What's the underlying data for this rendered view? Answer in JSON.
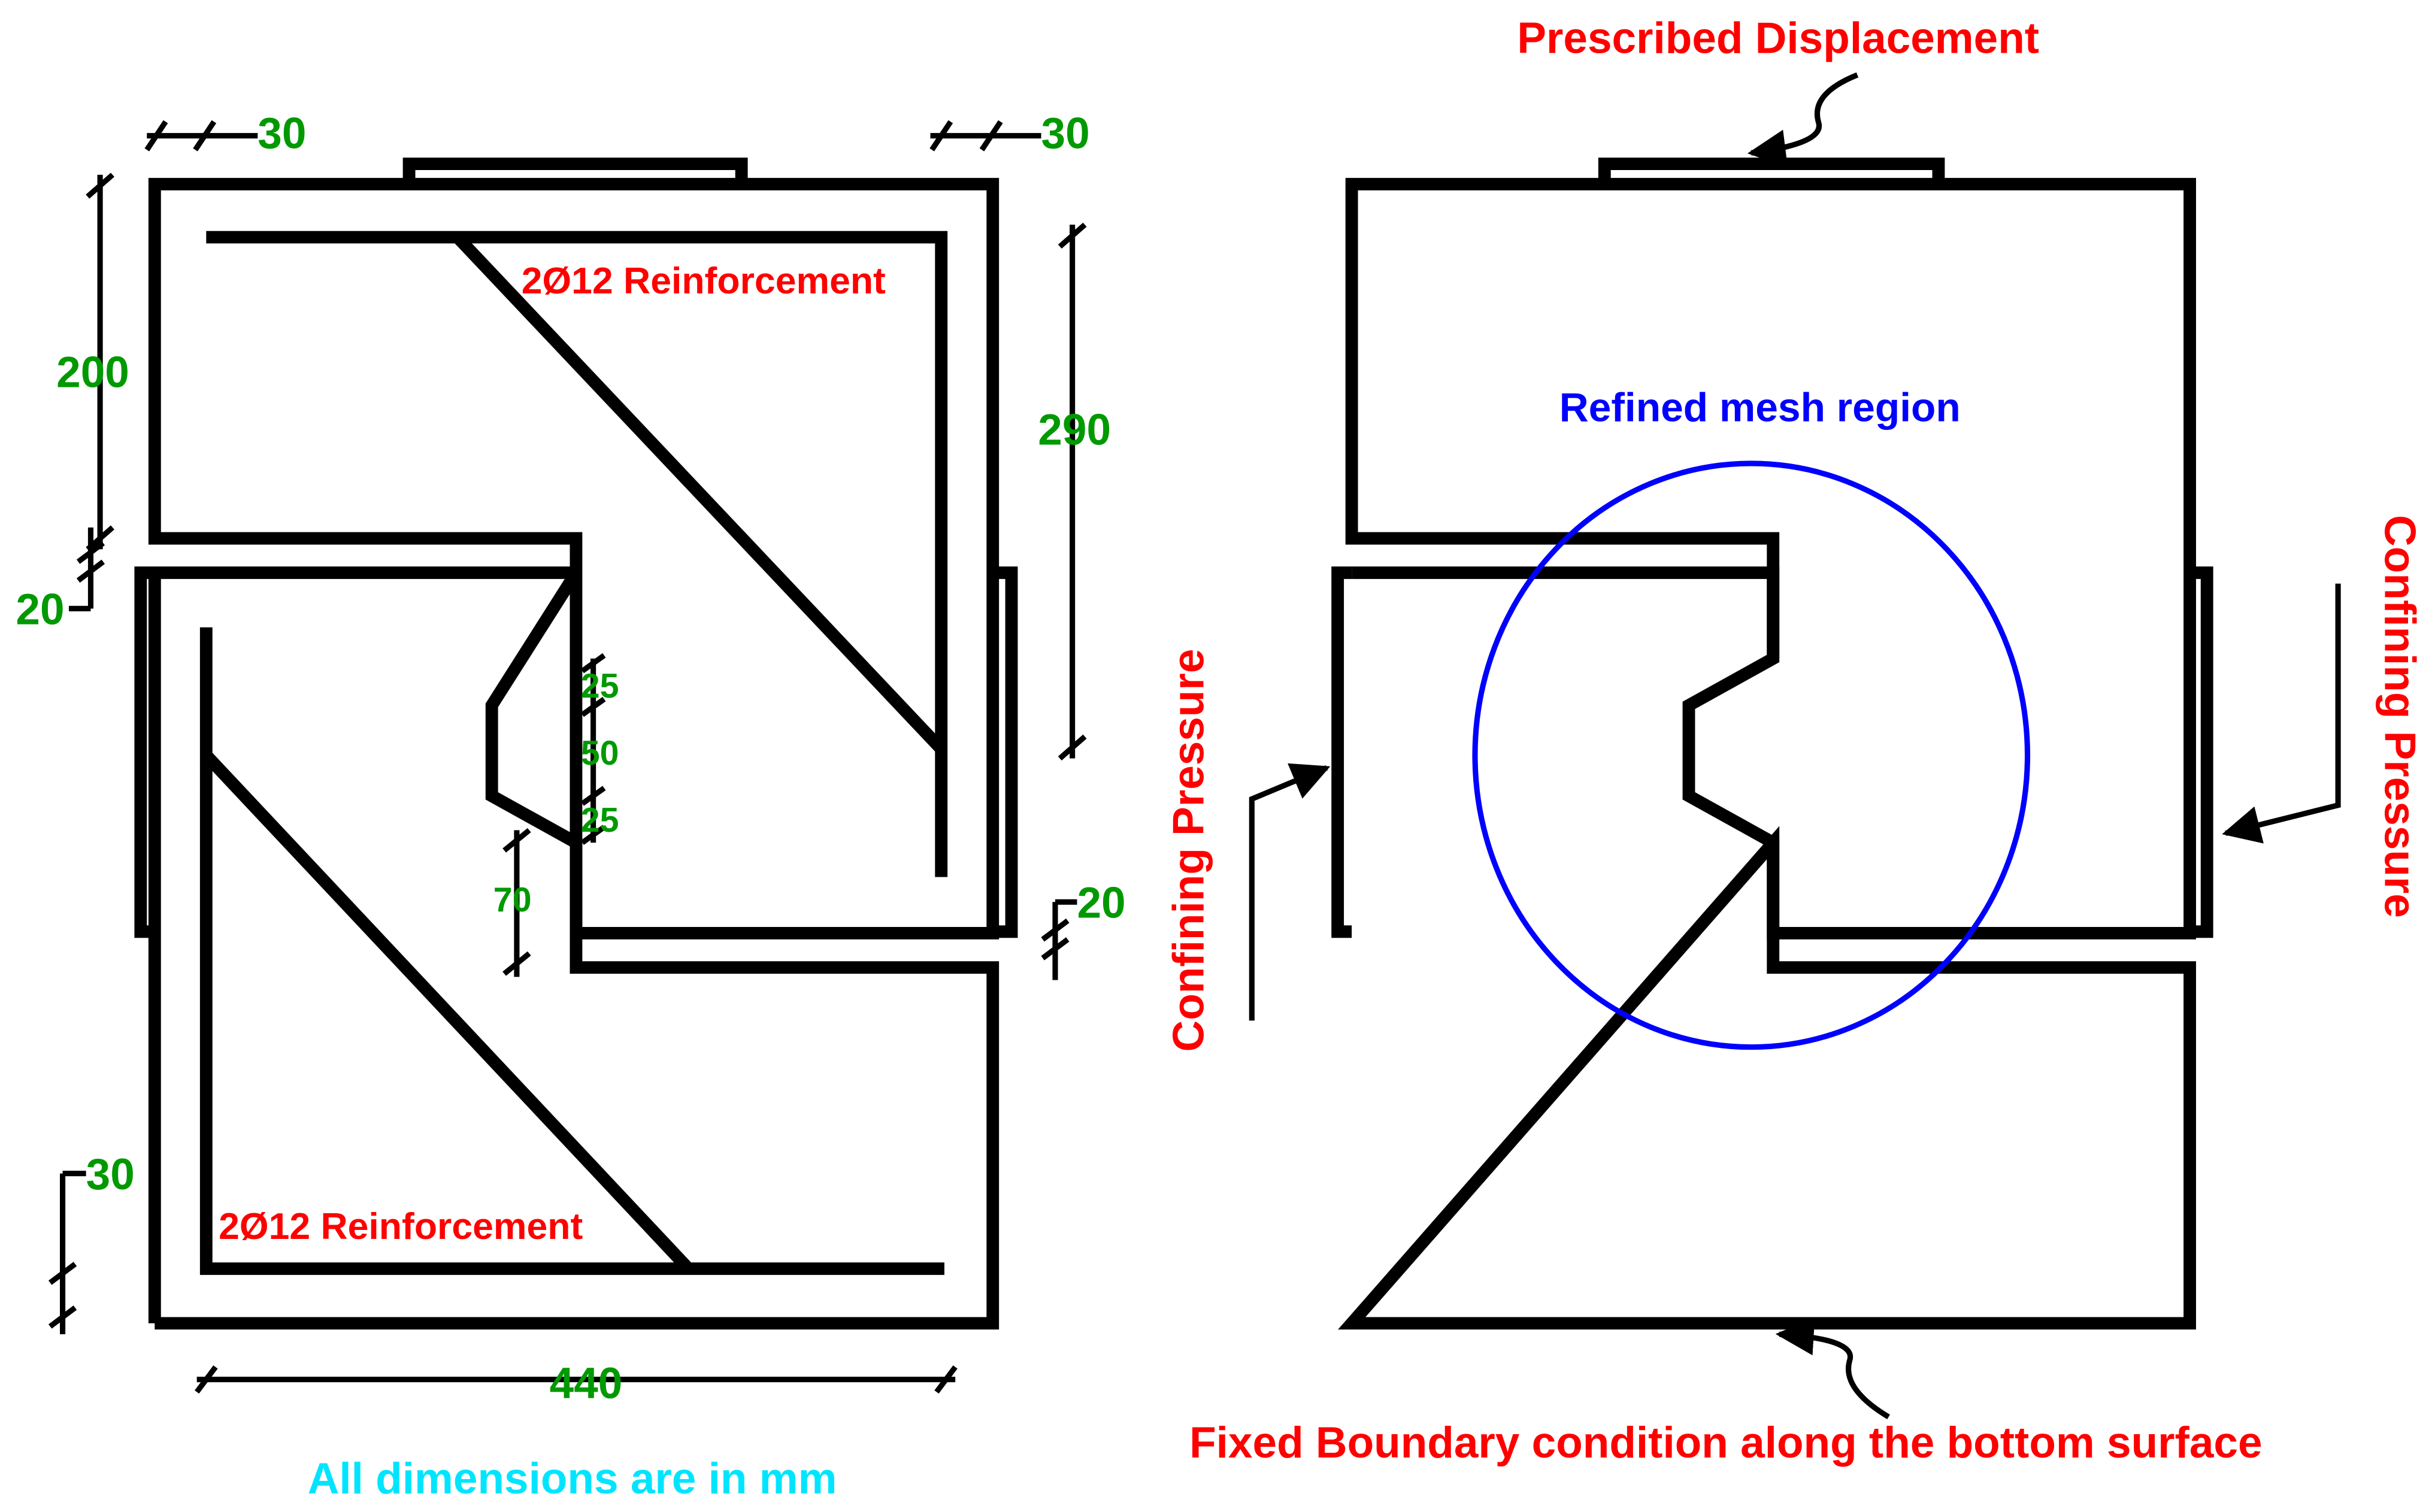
{
  "left_panel": {
    "dimensions": {
      "top_cover_left": "30",
      "top_cover_right": "30",
      "height_200": "200",
      "gap_20_left": "20",
      "height_290": "290",
      "notch_25_top": "25",
      "notch_50": "50",
      "notch_25_bottom": "25",
      "height_70": "70",
      "gap_20_right": "20",
      "bottom_cover_30": "30",
      "width_440": "440"
    },
    "labels": {
      "reinforcement_top": "2Ø12 Reinforcement",
      "reinforcement_bottom": "2Ø12 Reinforcement",
      "units_note": "All dimensions are in mm"
    }
  },
  "right_panel": {
    "labels": {
      "prescribed_displacement": "Prescribed Displacement",
      "refined_mesh": "Refined mesh region",
      "confining_pressure_left": "Confining Pressure",
      "confining_pressure_right": "Confining Pressure",
      "fixed_boundary": "Fixed Boundary condition along the bottom surface"
    }
  },
  "colors": {
    "dimension_text": "#009900",
    "label_text": "#ff0000",
    "mesh_region": "#0000ff",
    "units_note": "#00e5ff",
    "lines": "#000000"
  }
}
